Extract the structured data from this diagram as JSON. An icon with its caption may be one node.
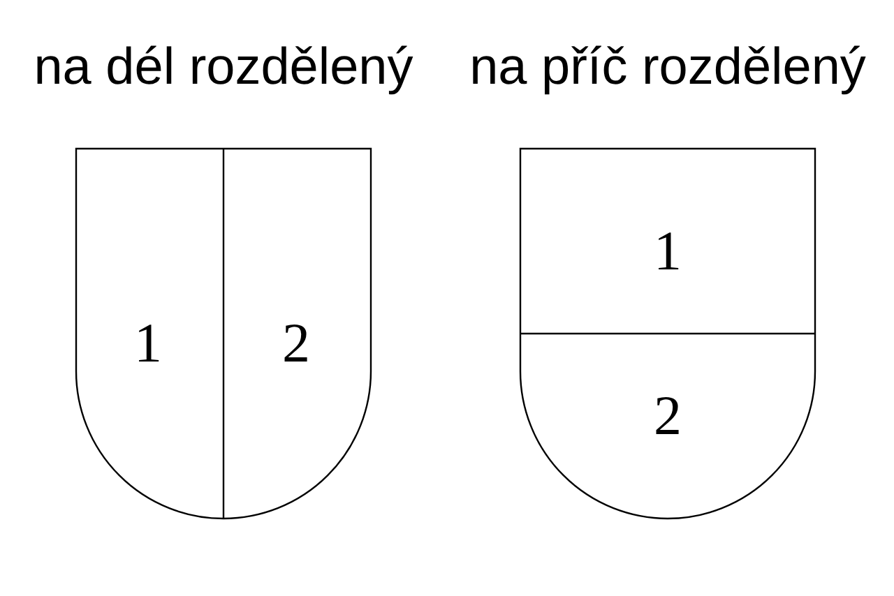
{
  "diagram": {
    "nodes": [
      {
        "text": [
          "na dél rozdělený"
        ]
      },
      {
        "text": [
          "1"
        ],
        "in": 0
      },
      {
        "text": [
          "2"
        ],
        "in": 0
      },
      {
        "text": [
          "na příč rozdělený"
        ]
      },
      {
        "text": [
          "1"
        ],
        "in": 3
      },
      {
        "text": [
          "2"
        ],
        "in": 3
      }
    ],
    "edges": []
  }
}
